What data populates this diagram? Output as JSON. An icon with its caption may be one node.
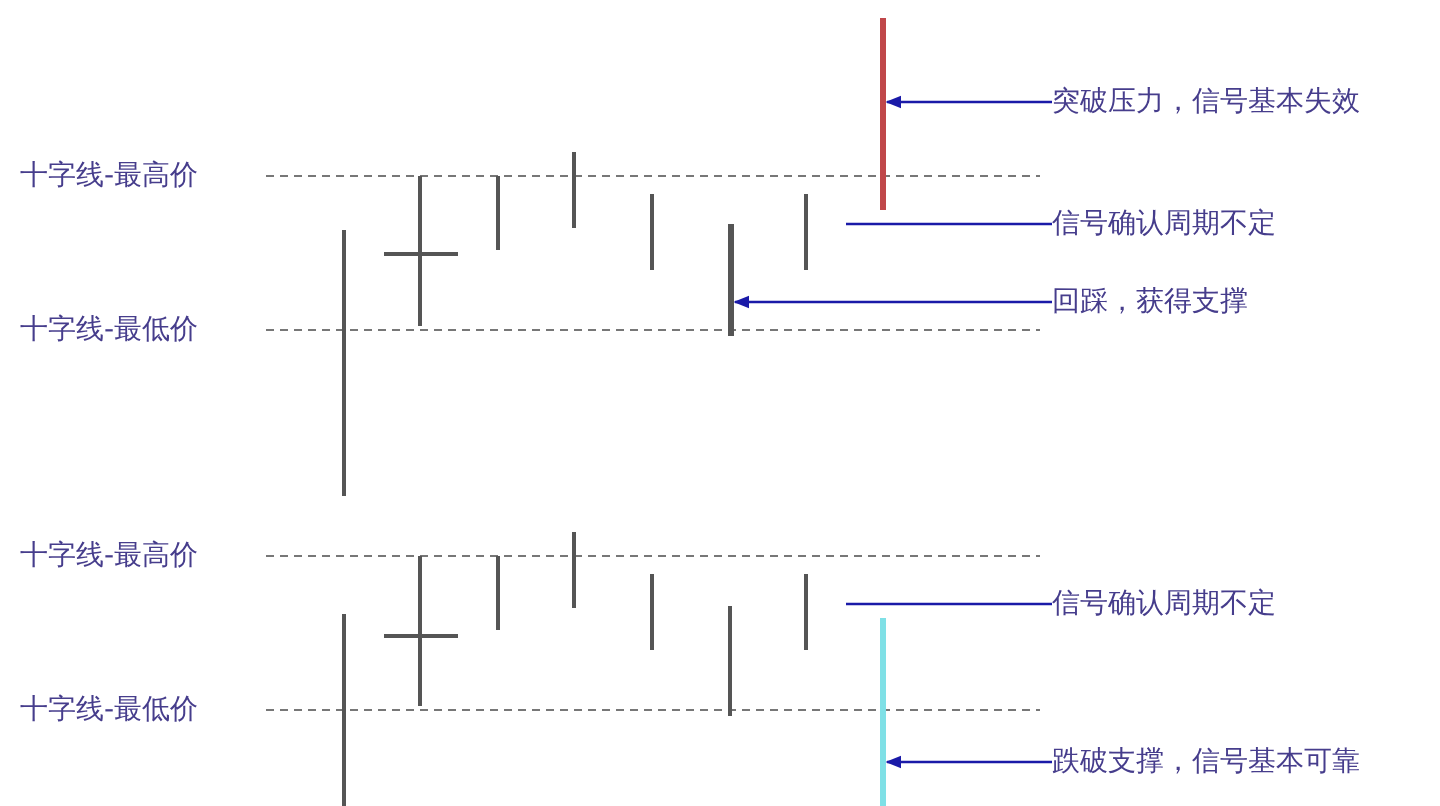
{
  "diagram": {
    "nodes": [
      {
        "text": [
          "突破压力，信号基本失效"
        ]
      },
      {
        "text": [],
        "shape": "bar"
      },
      {
        "text": [
          "信号确认周期不定"
        ]
      },
      {
        "text": [
          "回踩，获得支撑"
        ]
      },
      {
        "text": [],
        "shape": "bar"
      },
      {
        "text": [
          "信号确认周期不定"
        ]
      },
      {
        "text": [
          "跌破支撑，信号基本可靠"
        ]
      },
      {
        "text": [],
        "shape": "bar"
      }
    ],
    "edges": [
      {
        "from": 0,
        "to": 1,
        "arrow": "to"
      },
      {
        "from": 2,
        "to": null,
        "arrow": "none"
      },
      {
        "from": 3,
        "to": 4,
        "arrow": "to"
      },
      {
        "from": 5,
        "to": null,
        "arrow": "none"
      },
      {
        "from": 6,
        "to": 7,
        "arrow": "to"
      }
    ],
    "labels": [
      "十字线-最高价",
      "十字线-最低价",
      "十字线-最高价",
      "十字线-最低价"
    ]
  }
}
